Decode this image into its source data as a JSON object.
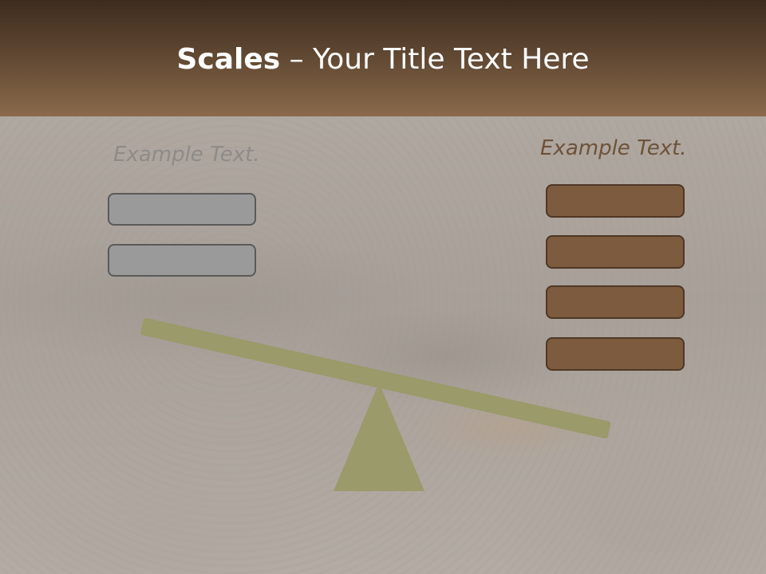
{
  "slide": {
    "title_bold": "Scales",
    "title_rest": " – Your Title Text Here",
    "left_label": "Example Text.",
    "right_label": "Example Text.",
    "left_box_count": 2,
    "right_box_count": 4
  },
  "colors": {
    "title_bar_top": "#3d2c1e",
    "title_bar_bottom": "#8a6a4a",
    "gray_box": "#9a9a9a",
    "brown_box": "#7c5b3f",
    "seesaw": "#9a9a6a",
    "left_label": "#8e8b88",
    "right_label": "#6e5238"
  }
}
